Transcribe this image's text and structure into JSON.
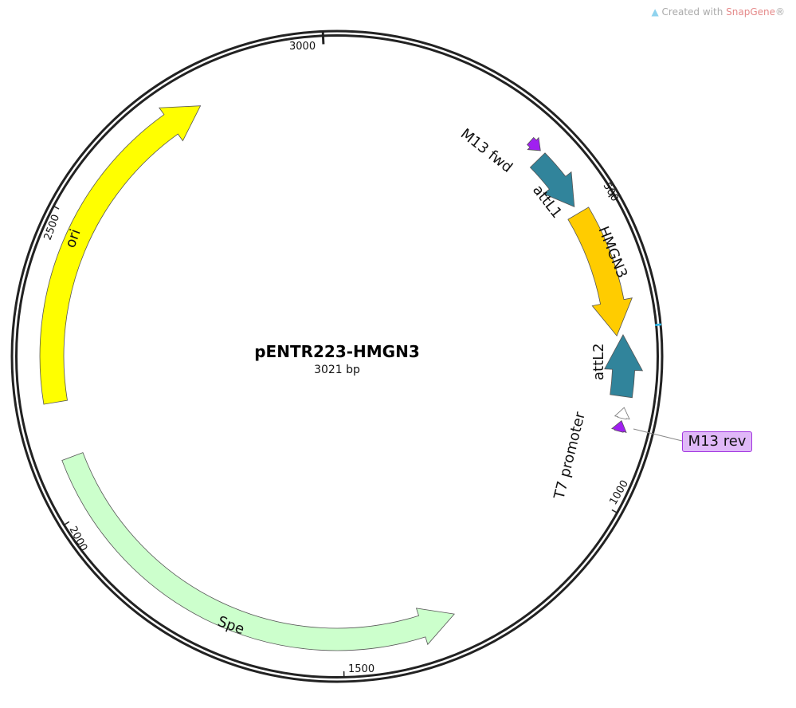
{
  "credit": {
    "prefix": "Created with ",
    "brand": "SnapGene",
    "suffix": "®"
  },
  "plasmid": {
    "name": "pENTR223-HMGN3",
    "length_label": "3021 bp",
    "length": 3021
  },
  "ticks": [
    {
      "bp": 500,
      "label": "500"
    },
    {
      "bp": 1000,
      "label": "1000"
    },
    {
      "bp": 1500,
      "label": "1500"
    },
    {
      "bp": 2000,
      "label": "2000"
    },
    {
      "bp": 2500,
      "label": "2500"
    },
    {
      "bp": 3000,
      "label": "3000"
    }
  ],
  "site_marker": {
    "bp": 708,
    "color": "#29b6e8"
  },
  "features": [
    {
      "name": "ori",
      "start": 2188,
      "end": 2781,
      "direction": 1,
      "color": "#ffff00"
    },
    {
      "name": "Spe",
      "start": 1305,
      "end": 2092,
      "direction": -1,
      "color": "#ccffcc"
    },
    {
      "name": "M13 fwd",
      "start": 352,
      "end": 375,
      "direction": 1,
      "color": "#a020f0"
    },
    {
      "name": "attL1",
      "start": 383,
      "end": 485,
      "direction": 1,
      "color": "#31849b"
    },
    {
      "name": "HMGN3",
      "start": 498,
      "end": 720,
      "direction": 1,
      "color": "#ffcc00"
    },
    {
      "name": "attL2",
      "start": 719,
      "end": 822,
      "direction": -1,
      "color": "#31849b"
    },
    {
      "name": "T7 promoter",
      "start": 840,
      "end": 858,
      "direction": -1,
      "color": "#ffffff"
    },
    {
      "name": "M13 rev",
      "start": 862,
      "end": 880,
      "direction": -1,
      "color": "#a020f0"
    }
  ]
}
